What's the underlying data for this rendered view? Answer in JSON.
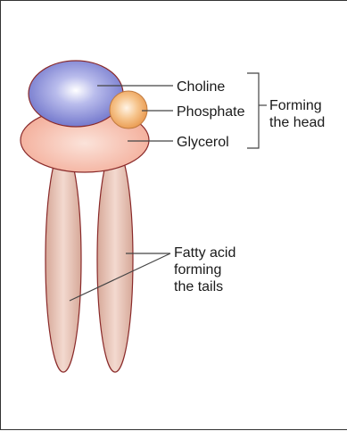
{
  "labels": {
    "choline": "Choline",
    "phosphate": "Phosphate",
    "glycerol": "Glycerol",
    "head_line1": "Forming",
    "head_line2": "the head",
    "tails_line1": "Fatty acid",
    "tails_line2": "forming",
    "tails_line3": "the tails"
  },
  "colors": {
    "choline": "#7b7fd0",
    "phosphate": "#f0b070",
    "glycerol": "#f4b6a2",
    "tail": "#e9c4b6",
    "outline": "#8a2a2a"
  }
}
